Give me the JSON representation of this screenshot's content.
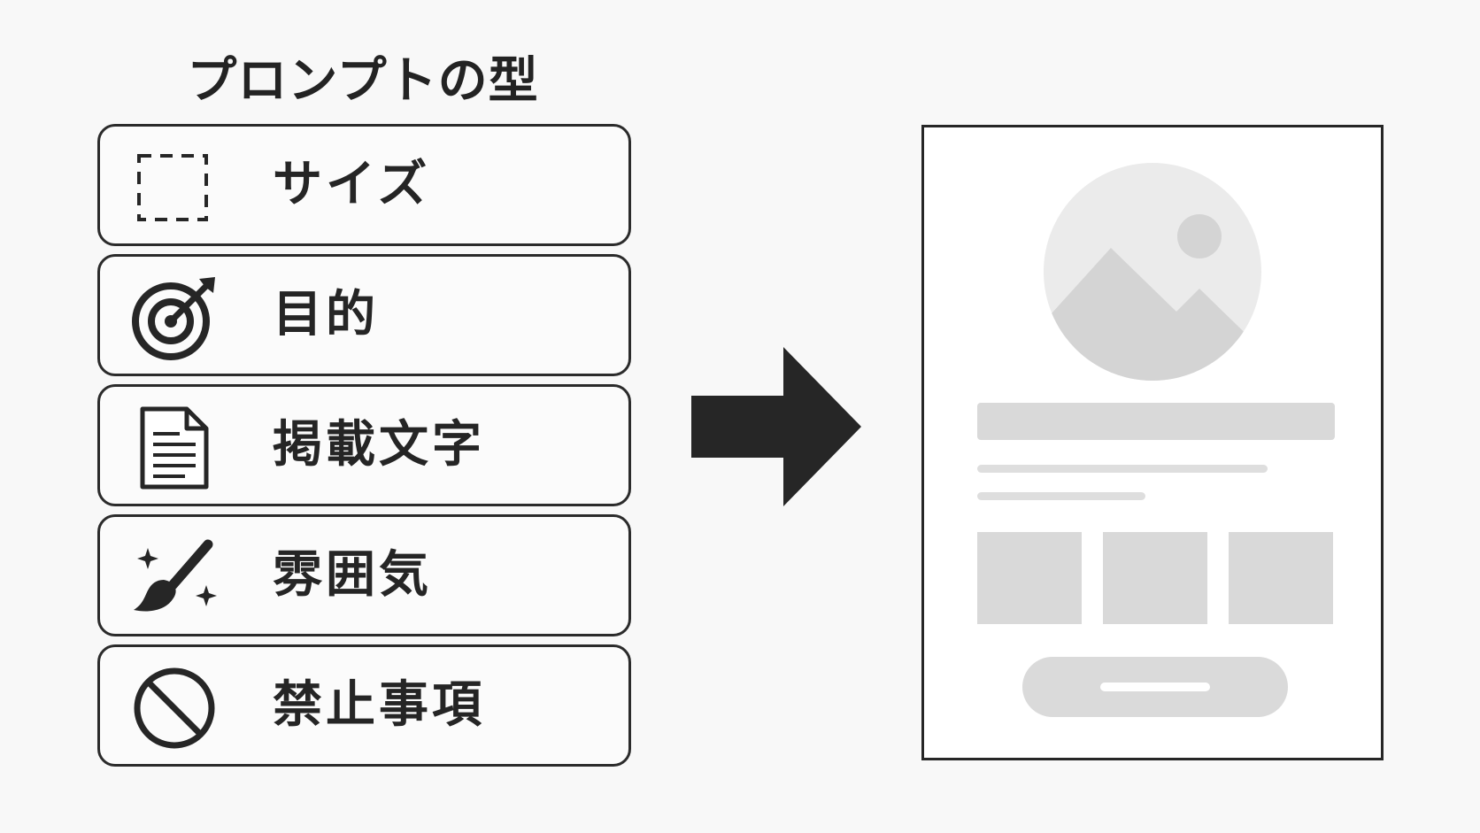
{
  "title": "プロンプトの型",
  "items": [
    {
      "label": "サイズ",
      "icon": "dashed-frame-icon"
    },
    {
      "label": "目的",
      "icon": "target-icon"
    },
    {
      "label": "掲載文字",
      "icon": "document-icon"
    },
    {
      "label": "雰囲気",
      "icon": "paintbrush-sparkles-icon"
    },
    {
      "label": "禁止事項",
      "icon": "prohibited-icon"
    }
  ],
  "arrow_icon": "right-arrow-icon",
  "mockup": {
    "image_icon": "image-placeholder-icon"
  },
  "colors": {
    "background": "#f8f8f8",
    "ink": "#232323",
    "placeholder_gray": "#d9d9d9",
    "placeholder_light": "#ebebeb"
  }
}
